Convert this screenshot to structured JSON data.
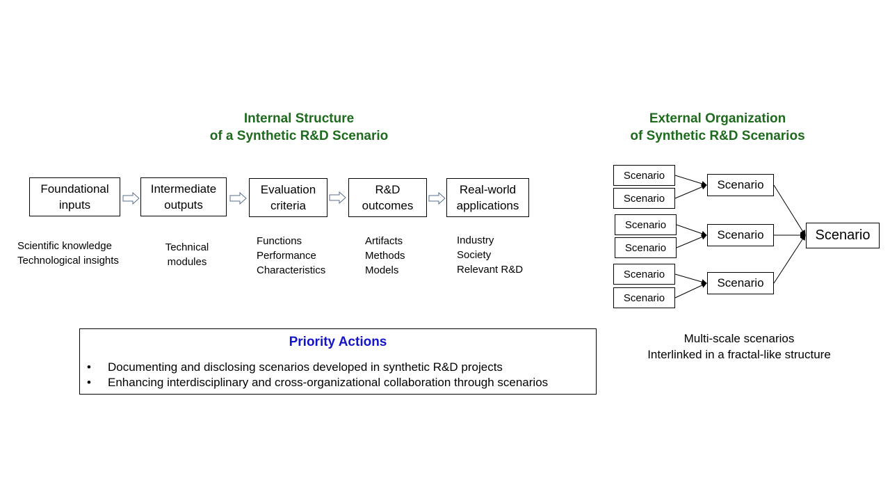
{
  "internal": {
    "title_line1": "Internal Structure",
    "title_line2": "of a Synthetic R&D Scenario",
    "stages": [
      {
        "line1": "Foundational",
        "line2": "inputs"
      },
      {
        "line1": "Intermediate",
        "line2": "outputs"
      },
      {
        "line1": "Evaluation",
        "line2": "criteria"
      },
      {
        "line1": "R&D",
        "line2": "outcomes"
      },
      {
        "line1": "Real-world",
        "line2": "applications"
      }
    ],
    "descriptions": [
      [
        "Scientific knowledge",
        "Technological insights"
      ],
      [
        "Technical",
        "modules"
      ],
      [
        "Functions",
        "Performance",
        "Characteristics"
      ],
      [
        "Artifacts",
        "Methods",
        "Models"
      ],
      [
        "Industry",
        "Society",
        "Relevant R&D"
      ]
    ]
  },
  "external": {
    "title_line1": "External Organization",
    "title_line2": "of Synthetic R&D Scenarios",
    "leaf_label": "Scenario",
    "mid_label": "Scenario",
    "root_label": "Scenario",
    "caption_line1": "Multi-scale scenarios",
    "caption_line2": "Interlinked in a fractal-like structure"
  },
  "priority": {
    "title": "Priority Actions",
    "bullet_symbol": "•",
    "items": [
      "Documenting and disclosing scenarios developed in synthetic R&D projects",
      "Enhancing interdisciplinary and cross-organizational collaboration through scenarios"
    ]
  },
  "colors": {
    "title_green": "#1e6b1e",
    "priority_blue": "#1414c8",
    "arrow_fill": "#ffffff",
    "arrow_stroke": "#5a6f8c"
  }
}
